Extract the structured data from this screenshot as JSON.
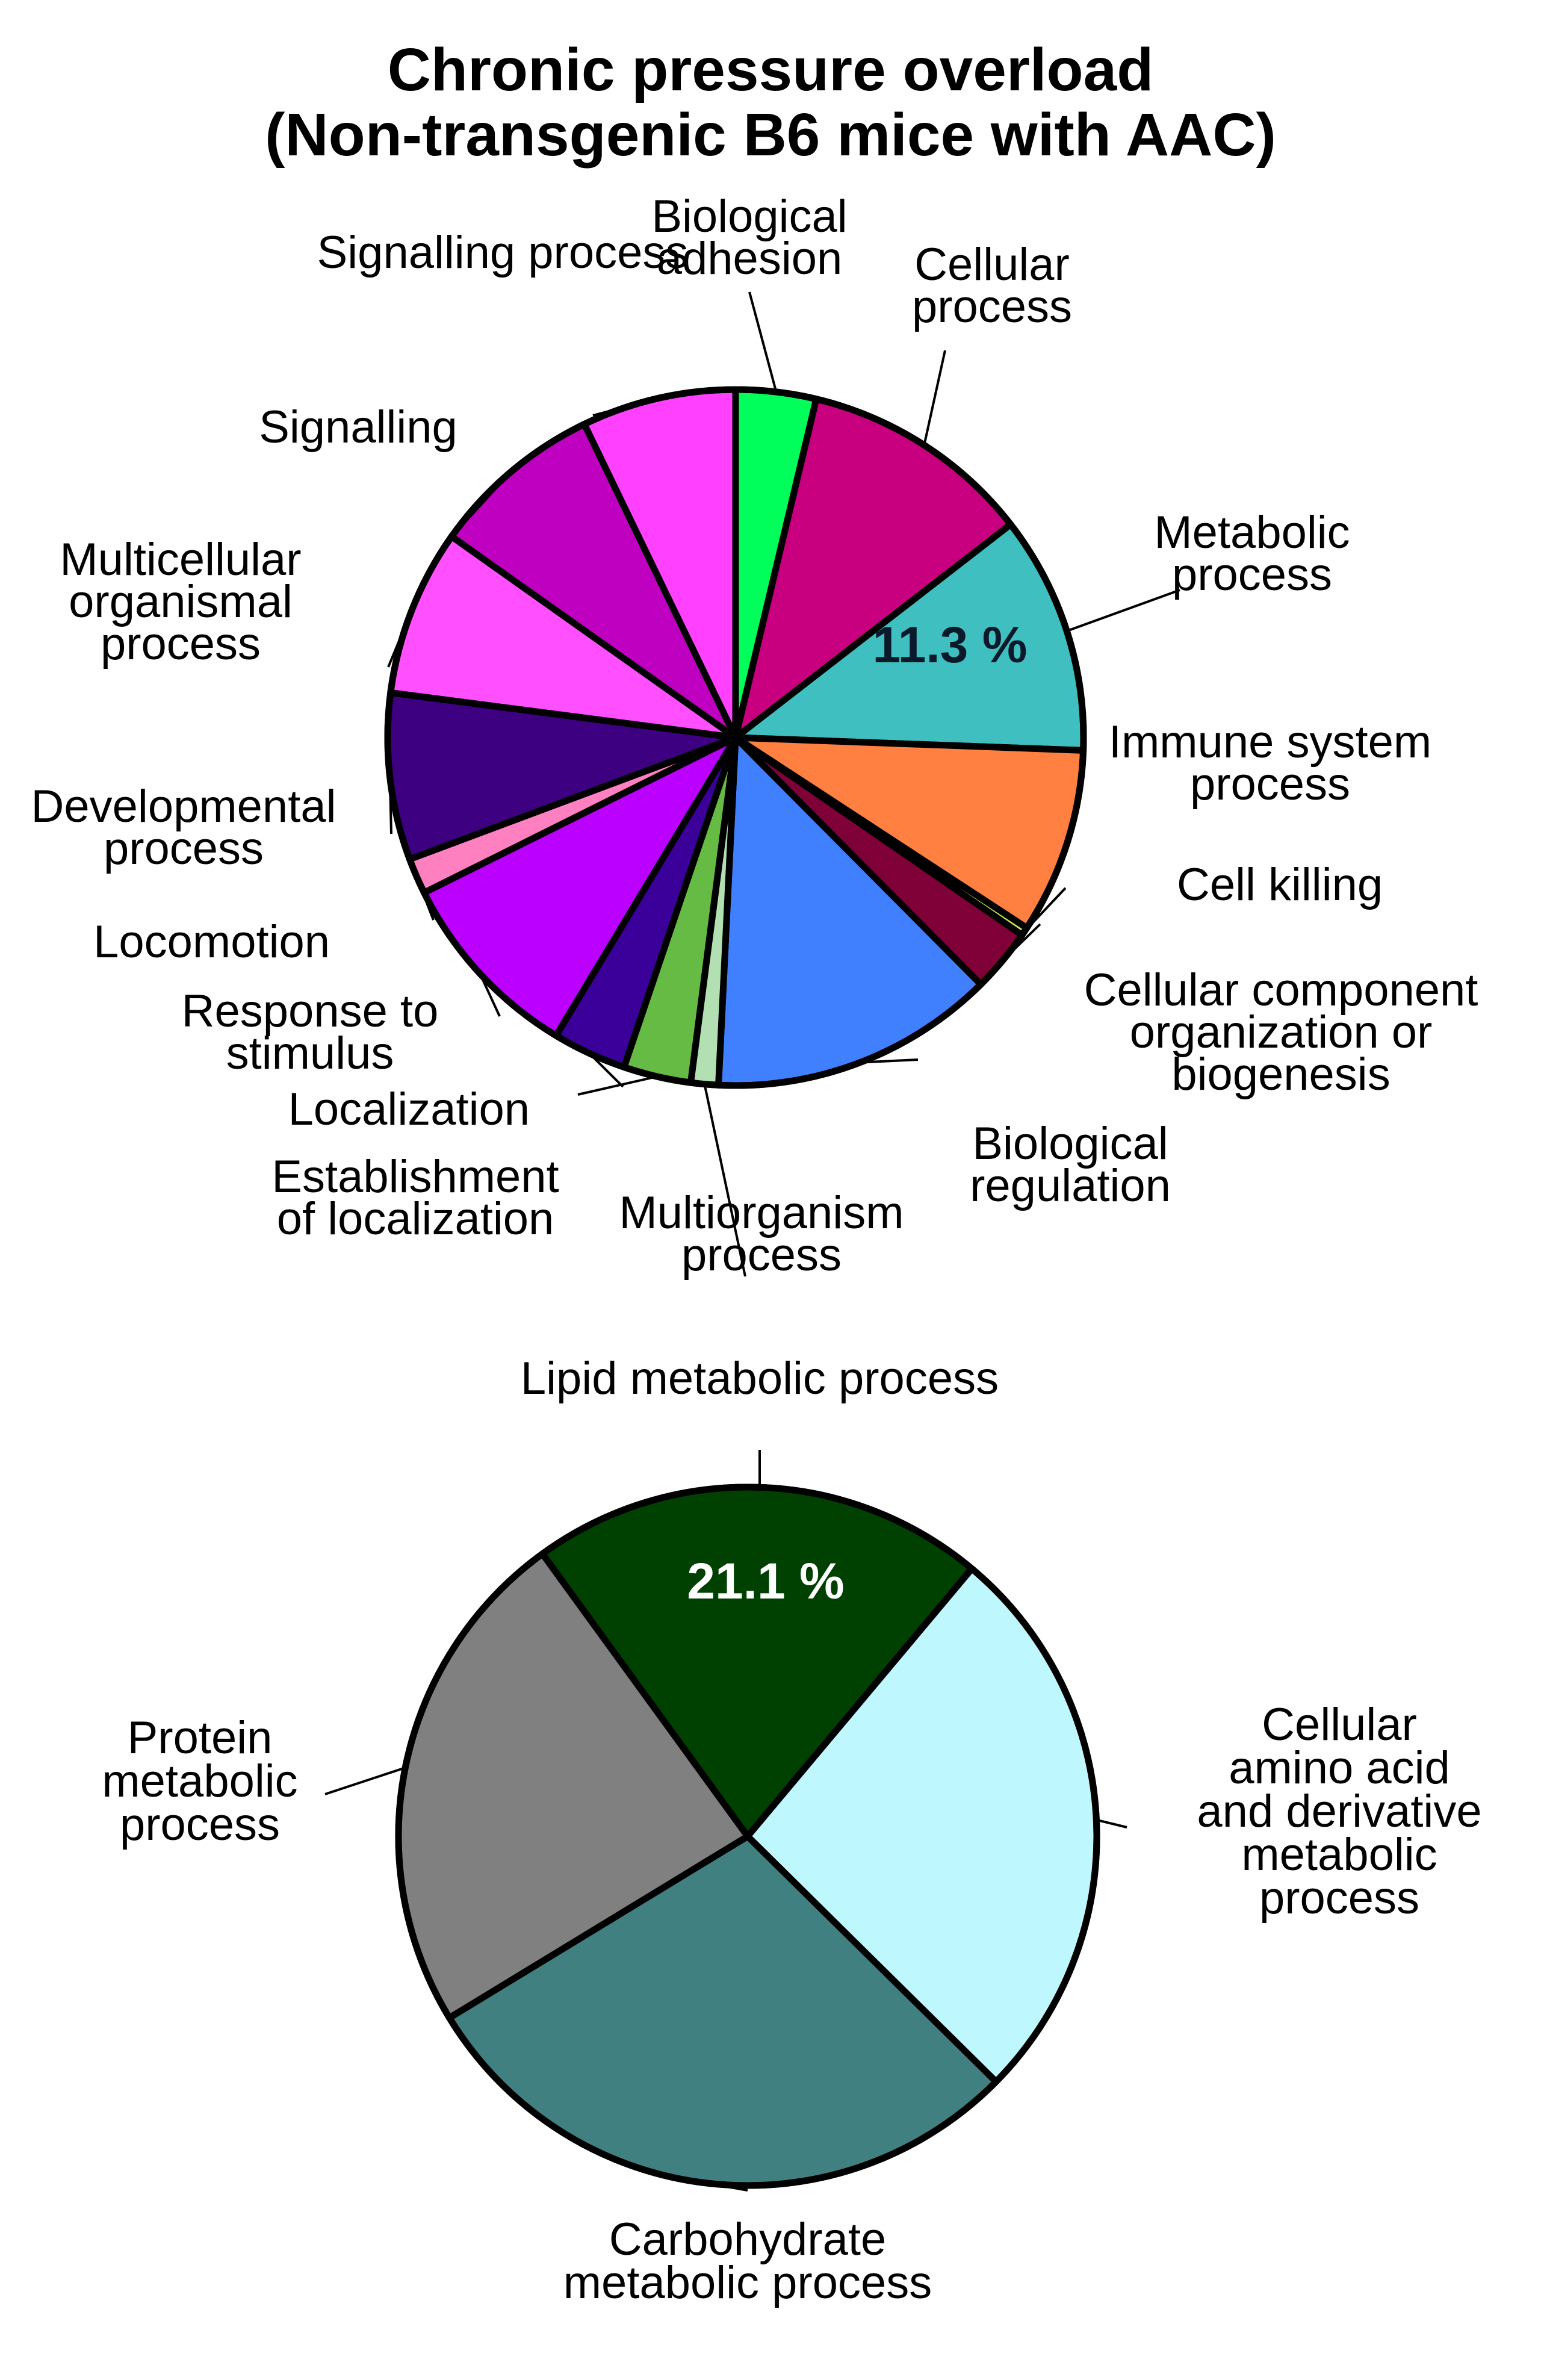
{
  "chart_data": [
    {
      "type": "pie",
      "title_lines": [
        "Chronic pressure overload",
        "(Non-transgenic B6 mice with AAC)"
      ],
      "unit": "%",
      "highlight": {
        "category": "Metabolic process",
        "value_label": "11.3 %"
      },
      "categories": [
        "Biological adhesion",
        "Cellular process",
        "Metabolic process",
        "Immune system process",
        "Cell killing",
        "Cellular component organization or biogenesis",
        "Biological regulation",
        "Multiorganism process",
        "Establishment of localization",
        "Localization",
        "Response to stimulus",
        "Locomotion",
        "Developmental process",
        "Multicellular organismal process",
        "Signalling",
        "Signalling process"
      ],
      "label_lines": [
        [
          "Biological",
          "adhesion"
        ],
        [
          "Cellular",
          "process"
        ],
        [
          "Metabolic",
          "process"
        ],
        [
          "Immune system",
          "process"
        ],
        [
          "Cell killing"
        ],
        [
          "Cellular component",
          "organization or",
          "biogenesis"
        ],
        [
          "Biological",
          "regulation"
        ],
        [
          "Multiorganism",
          "process"
        ],
        [
          "Establishment",
          "of localization"
        ],
        [
          "Localization"
        ],
        [
          "Response to",
          "stimulus"
        ],
        [
          "Locomotion"
        ],
        [
          "Developmental",
          "process"
        ],
        [
          "Multicellular",
          "organismal",
          "process"
        ],
        [
          "Signalling"
        ],
        [
          "Signalling process"
        ]
      ],
      "values": [
        3.8,
        11.0,
        11.3,
        8.8,
        0.4,
        3.0,
        13.5,
        1.3,
        3.2,
        3.5,
        9.2,
        1.7,
        7.9,
        7.9,
        8.2,
        7.3
      ],
      "colors": [
        "#00ff5a",
        "#c8007f",
        "#40bfc0",
        "#ff8040",
        "#c6e84b",
        "#800038",
        "#4080ff",
        "#b3e0b3",
        "#66bb44",
        "#3a0099",
        "#bb00ff",
        "#ff80c0",
        "#3d0080",
        "#ff4fff",
        "#c000c0",
        "#ff40ff"
      ],
      "start_angle_deg": 0,
      "legend": "none"
    },
    {
      "type": "pie",
      "unit": "%",
      "highlight": {
        "category": "Lipid metabolic process",
        "value_label": "21.1 %"
      },
      "categories": [
        "Lipid metabolic process",
        "Cellular amino acid and derivative metabolic process",
        "Carbohydrate metabolic process",
        "Protein metabolic process"
      ],
      "label_lines": [
        [
          "Lipid metabolic process"
        ],
        [
          "Cellular",
          "amino acid",
          "and derivative",
          "metabolic",
          "process"
        ],
        [
          "Carbohydrate",
          "metabolic process"
        ],
        [
          "Protein",
          "metabolic",
          "process"
        ]
      ],
      "values": [
        21.1,
        26.3,
        28.9,
        23.7
      ],
      "colors": [
        "#004000",
        "#bff7ff",
        "#408080",
        "#808080"
      ],
      "start_angle_deg": -36,
      "legend": "none"
    }
  ]
}
